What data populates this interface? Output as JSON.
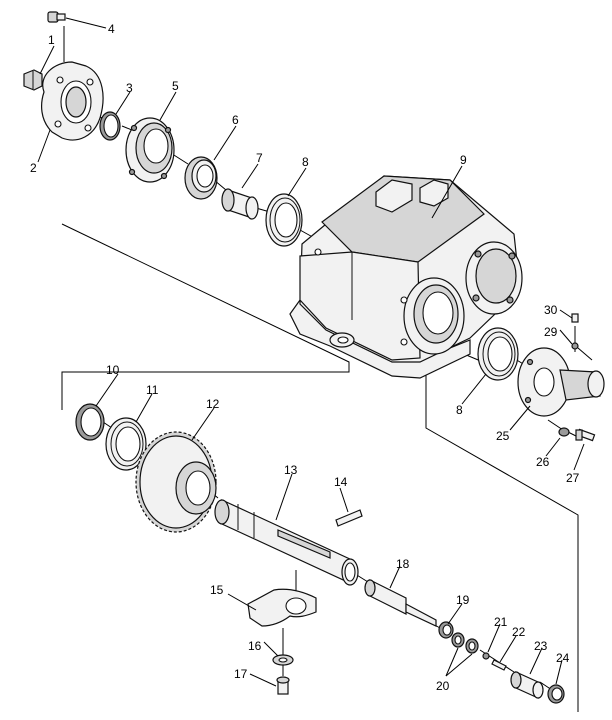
{
  "callouts": [
    "1",
    "2",
    "3",
    "4",
    "5",
    "6",
    "7",
    "8",
    "8",
    "9",
    "10",
    "11",
    "12",
    "13",
    "14",
    "15",
    "16",
    "17",
    "18",
    "19",
    "20",
    "21",
    "22",
    "23",
    "24",
    "25",
    "26",
    "27",
    "29",
    "30"
  ]
}
